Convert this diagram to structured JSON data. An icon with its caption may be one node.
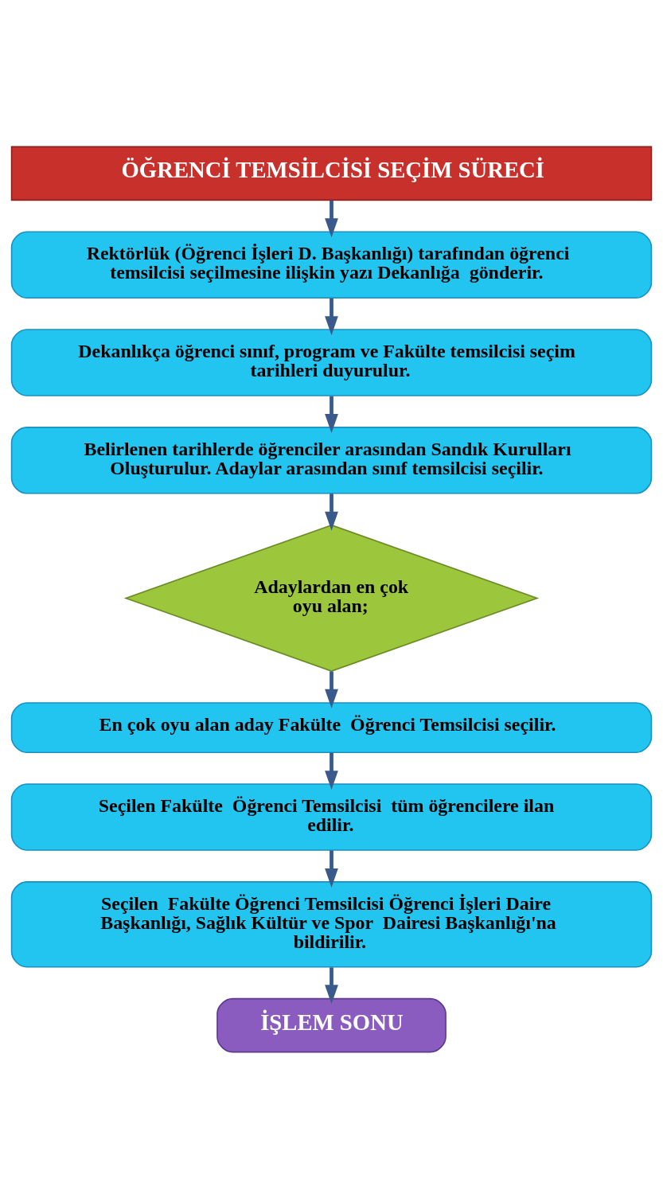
{
  "diagram": {
    "nodes": [
      {
        "text": [
          "ÖĞRENCİ TEMSİLCİSİ SEÇİM SÜRECİ"
        ]
      },
      {
        "text": [
          "Rektörlük (Öğrenci İşleri D. Başkanlığı) tarafından öğrenci temsilcisi seçilmesine ilişkin yazı Dekanlığa  gönderir."
        ]
      },
      {
        "text": [
          "Dekanlıkça öğrenci sınıf, program ve Fakülte temsilcisi seçim tarihleri duyurulur."
        ]
      },
      {
        "text": [
          "Belirlenen tarihlerde öğrenciler arasından Sandık Kurulları Oluşturulur. Adaylar arasından sınıf temsilcisi seçilir."
        ]
      },
      {
        "text": [
          "Adaylardan en çok oyu alan;"
        ]
      },
      {
        "text": [
          "En çok oyu alan aday Fakülte  Öğrenci Temsilcisi seçilir."
        ]
      },
      {
        "text": [
          "Seçilen Fakülte  Öğrenci Temsilcisi  tüm öğrencilere ilan edilir."
        ]
      },
      {
        "text": [
          "Seçilen  Fakülte Öğrenci Temsilcisi Öğrenci İşleri Daire Başkanlığı, Sağlık Kültür ve Spor  Dairesi Başkanlığı'na bildirilir."
        ]
      },
      {
        "text": [
          "İŞLEM SONU"
        ]
      }
    ],
    "edges": [
      {
        "from": 0,
        "to": 1,
        "arrow": "to"
      },
      {
        "from": 1,
        "to": 2,
        "arrow": "to"
      },
      {
        "from": 2,
        "to": 3,
        "arrow": "to"
      },
      {
        "from": 3,
        "to": 4,
        "arrow": "to"
      },
      {
        "from": 4,
        "to": 5,
        "arrow": "to"
      },
      {
        "from": 5,
        "to": 6,
        "arrow": "to"
      },
      {
        "from": 6,
        "to": 7,
        "arrow": "to"
      },
      {
        "from": 7,
        "to": 8,
        "arrow": "to"
      }
    ]
  }
}
